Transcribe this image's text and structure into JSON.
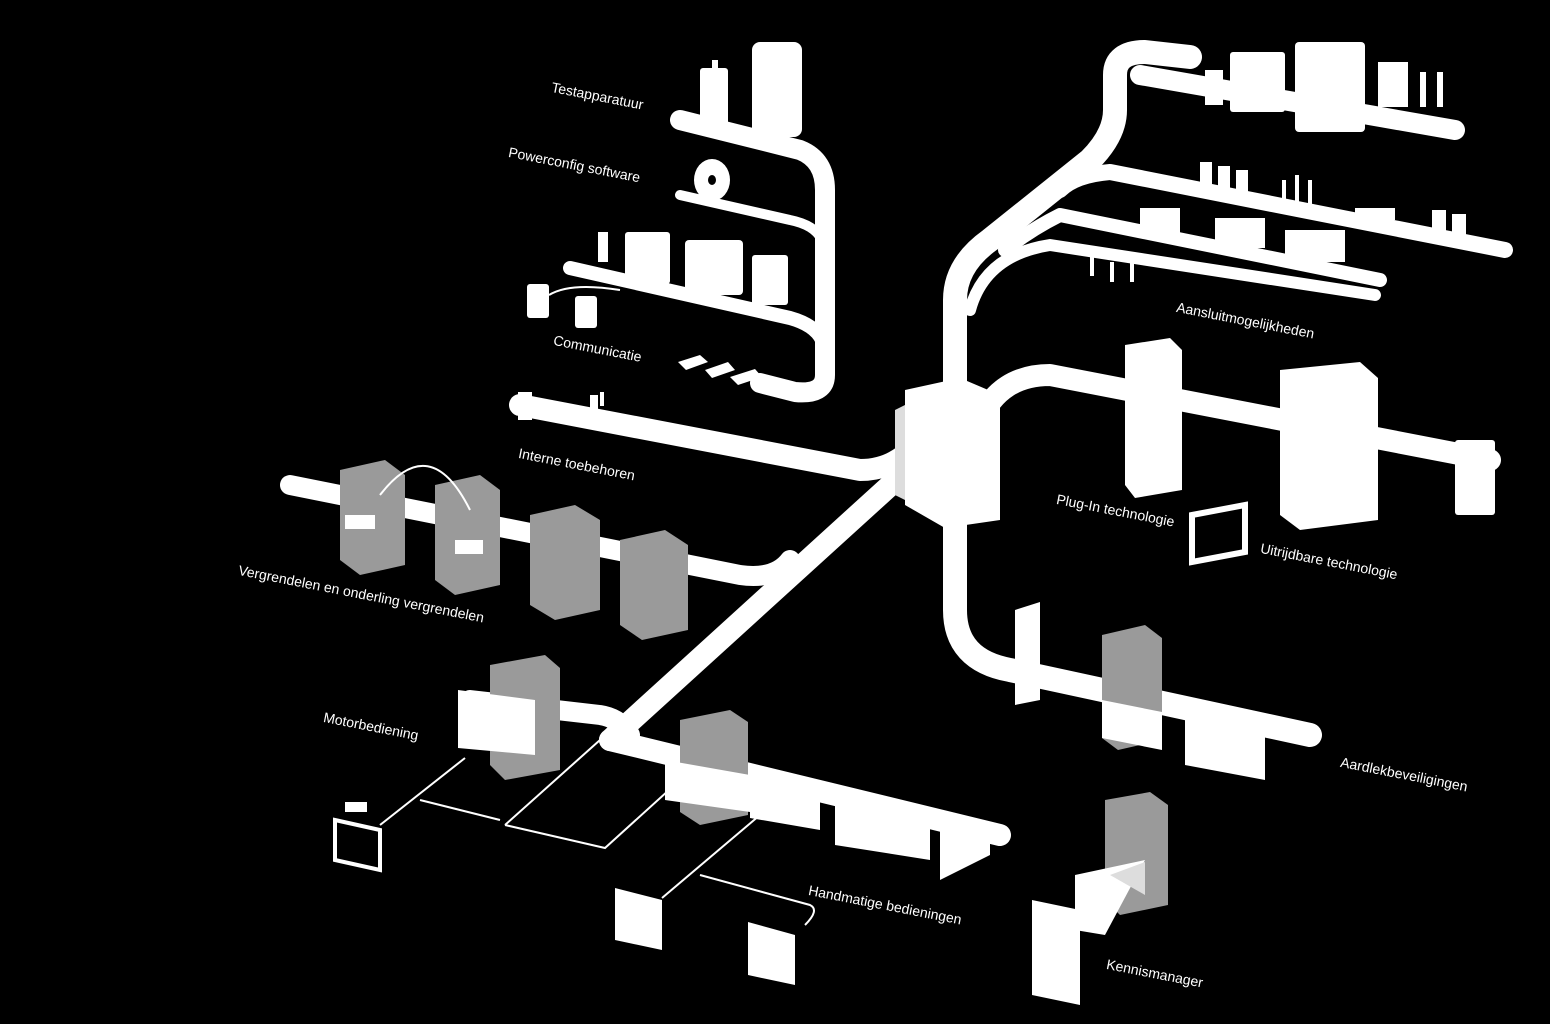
{
  "colors": {
    "background": "#000000",
    "foreground": "#ffffff",
    "module_gray": "#9a9a9a"
  },
  "categories": {
    "testapparatuur": "Testapparatuur",
    "powerconfig": "Powerconfig software",
    "communicatie": "Communicatie",
    "interne": "Interne toebehoren",
    "vergrendelen": "Vergrendelen en onderling vergrendelen",
    "motorbediening": "Motorbediening",
    "handmatige": "Handmatige bedieningen",
    "aansluit": "Aansluitmogelijkheden",
    "plugin": "Plug-In technologie",
    "uitrijdbare": "Uitrijdbare technologie",
    "aardlek": "Aardlekbeveiligingen",
    "kennis": "Kennismanager"
  }
}
